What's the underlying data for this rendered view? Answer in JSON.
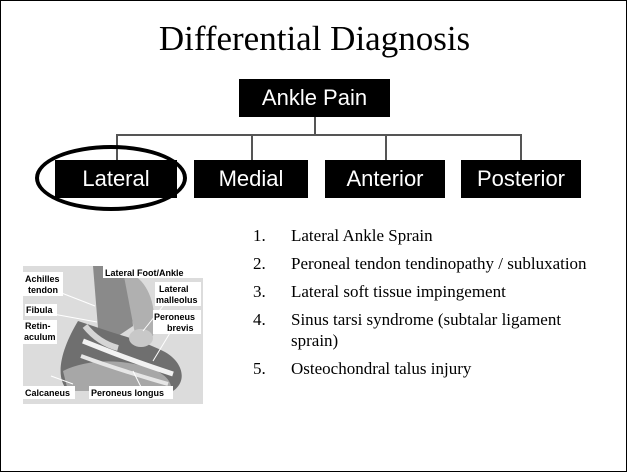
{
  "title": "Differential Diagnosis",
  "root_label": "Ankle Pain",
  "branches": [
    "Lateral",
    "Medial",
    "Anterior",
    "Posterior"
  ],
  "highlighted_branch": "Lateral",
  "diagnoses": [
    {
      "num": "1.",
      "text": "Lateral Ankle Sprain"
    },
    {
      "num": "2.",
      "text": "Peroneal tendon tendinopathy / subluxation"
    },
    {
      "num": "3.",
      "text": "Lateral soft tissue impingement"
    },
    {
      "num": "4.",
      "text": "Sinus tarsi syndrome (subtalar ligament sprain)"
    },
    {
      "num": "5.",
      "text": "Osteochondral talus injury"
    }
  ],
  "image_labels": {
    "achilles": "Achilles tendon",
    "lateral_foot": "Lateral Foot/Ankle",
    "fibula": "Fibula",
    "lateral_malleolus": "Lateral malleolus",
    "retinaculum": "Retin-aculum",
    "peroneus_brevis": "Peroneus brevis",
    "calcaneus": "Calcaneus",
    "peroneus_longus": "Peroneus longus"
  }
}
